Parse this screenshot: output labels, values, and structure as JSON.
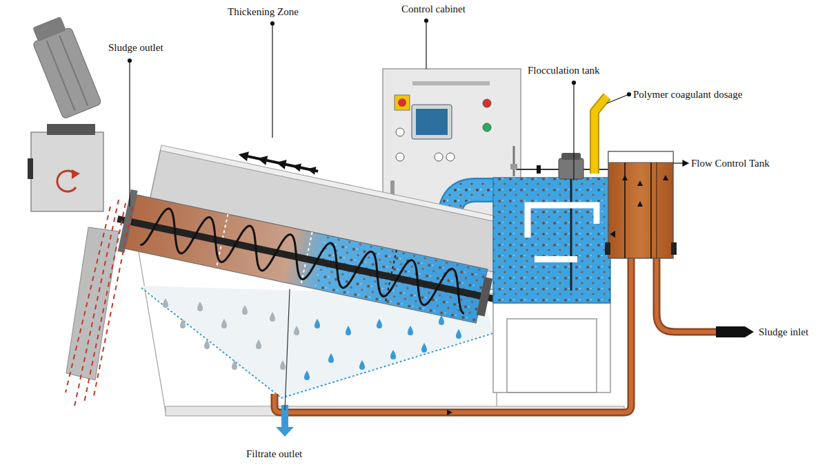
{
  "diagram": {
    "labels": [
      "Control cabinet",
      "Thickening Zone",
      "Flocculation tank",
      "Polymer coagulant dosage",
      "Sludge outlet",
      "Flow Control Tank",
      "Sludge inlet",
      "Filtrate outlet"
    ]
  }
}
